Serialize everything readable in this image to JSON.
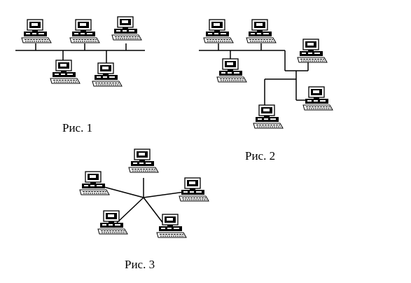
{
  "captions": {
    "fig1": "Рис. 1",
    "fig2": "Рис. 2",
    "fig3": "Рис. 3"
  },
  "icons": {
    "computer": "computer-icon"
  },
  "colors": {
    "line": "#000000",
    "background": "#ffffff"
  }
}
